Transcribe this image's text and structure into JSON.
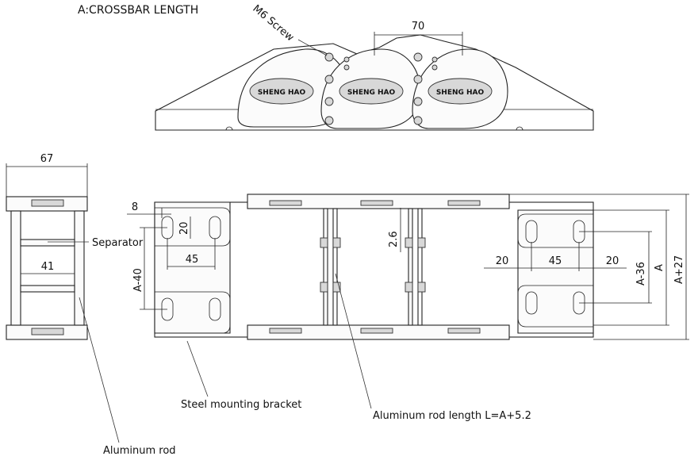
{
  "title": "A:CROSSBAR LENGTH",
  "logo_text": "SHENG HAO",
  "labels": {
    "m6_screw": "M6 Screw",
    "separator": "Separator",
    "steel_bracket": "Steel mounting bracket",
    "aluminum_rod_length": "Aluminum rod length  L=A+5.2",
    "aluminum_rod": "Aluminum rod"
  },
  "dimensions": {
    "top_pitch": "70",
    "side_width": "67",
    "side_inner": "41",
    "hole_offset": "8",
    "hole_slot": "20",
    "hole_spacing_left": "45",
    "a_minus_40": "A-40",
    "gap": "2.6",
    "right_20_left": "20",
    "right_45": "45",
    "right_20_right": "20",
    "a_minus_36": "A-36",
    "a": "A",
    "a_plus_27": "A+27"
  },
  "colors": {
    "line": "#222222",
    "fill": "#d8d8d8",
    "background": "#ffffff"
  }
}
